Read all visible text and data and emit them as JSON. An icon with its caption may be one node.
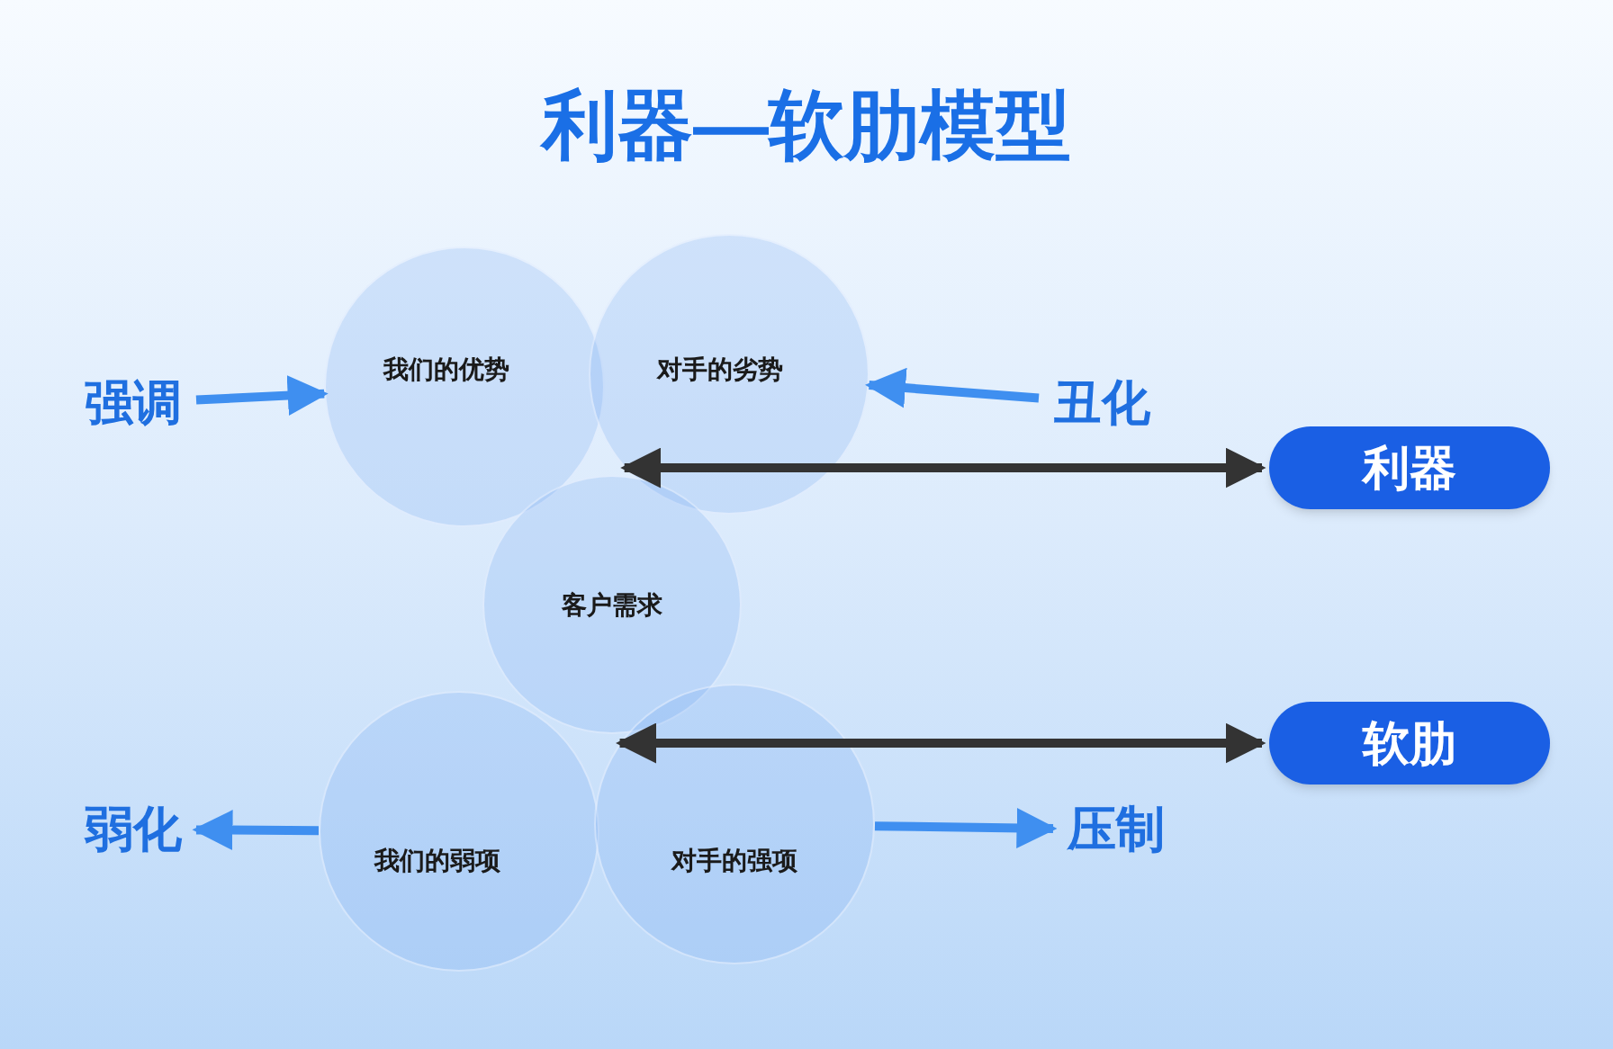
{
  "diagram": {
    "title": "利器—软肋模型",
    "nodes": [
      {
        "text": [
          "我们的优势"
        ]
      },
      {
        "text": [
          "对手的劣势"
        ]
      },
      {
        "text": [
          "客户需求"
        ]
      },
      {
        "text": [
          "我们的弱项"
        ]
      },
      {
        "text": [
          "对手的强项"
        ]
      },
      {
        "text": [
          "强调"
        ]
      },
      {
        "text": [
          "丑化"
        ]
      },
      {
        "text": [
          "弱化"
        ]
      },
      {
        "text": [
          "压制"
        ]
      },
      {
        "text": [
          "利器"
        ]
      },
      {
        "text": [
          "软肋"
        ]
      }
    ],
    "edges": [
      {
        "from": 5,
        "to": 0,
        "arrow": "to"
      },
      {
        "from": 6,
        "to": 1,
        "arrow": "to"
      },
      {
        "from": 3,
        "to": 7,
        "arrow": "to"
      },
      {
        "from": 4,
        "to": 8,
        "arrow": "to"
      },
      {
        "from": 1,
        "to": 9,
        "arrow": "both",
        "color": "#333333"
      },
      {
        "from": 4,
        "to": 10,
        "arrow": "both",
        "color": "#333333"
      }
    ]
  }
}
